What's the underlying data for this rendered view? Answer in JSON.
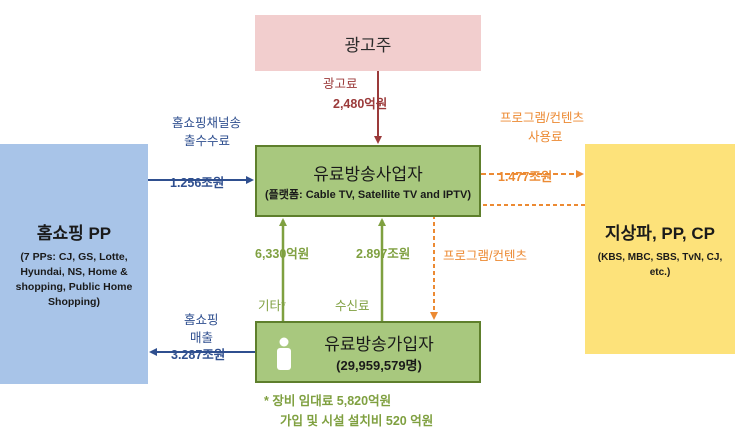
{
  "nodes": {
    "advertiser": {
      "title": "광고주"
    },
    "home_shopping": {
      "title": "홈쇼핑 PP",
      "subtitle": "(7 PPs: CJ, GS, Lotte, Hyundai, NS, Home & shopping, Public Home Shopping)"
    },
    "terrestrial": {
      "title": "지상파, PP, CP",
      "subtitle": "(KBS, MBC, SBS, TvN, CJ, etc.)"
    },
    "operator": {
      "title": "유료방송사업자",
      "subtitle": "(플랫폼: Cable TV, Satellite TV and IPTV)"
    },
    "subscribers": {
      "title": "유료방송가입자",
      "count": "(29,959,579명)"
    }
  },
  "flows": {
    "ad_fee": {
      "label": "광고료",
      "value": "2,480억원"
    },
    "channel_fee": {
      "label_line1": "홈쇼핑채널송",
      "label_line2": "출수수료",
      "value": "1.256조원"
    },
    "program_fee": {
      "label_line1": "프로그램/컨텐츠",
      "label_line2": "사용료",
      "value": "1.477조원"
    },
    "program_content": {
      "label": "프로그램/컨텐츠"
    },
    "other": {
      "value": "6,330억원",
      "label": "기타*"
    },
    "reception_fee": {
      "value": "2.897조원",
      "label": "수신료"
    },
    "home_sales": {
      "label_line1": "홈쇼핑",
      "label_line2": "매출",
      "value": "3.287조원"
    }
  },
  "footnote": {
    "line1": "*  장비 임대료 5,820억원",
    "line2": "가입 및 시설 설치비 520 억원"
  },
  "colors": {
    "red": "#9b3a3a",
    "blue": "#2f4f8f",
    "orange": "#ec8a33",
    "green": "#7fa040"
  }
}
